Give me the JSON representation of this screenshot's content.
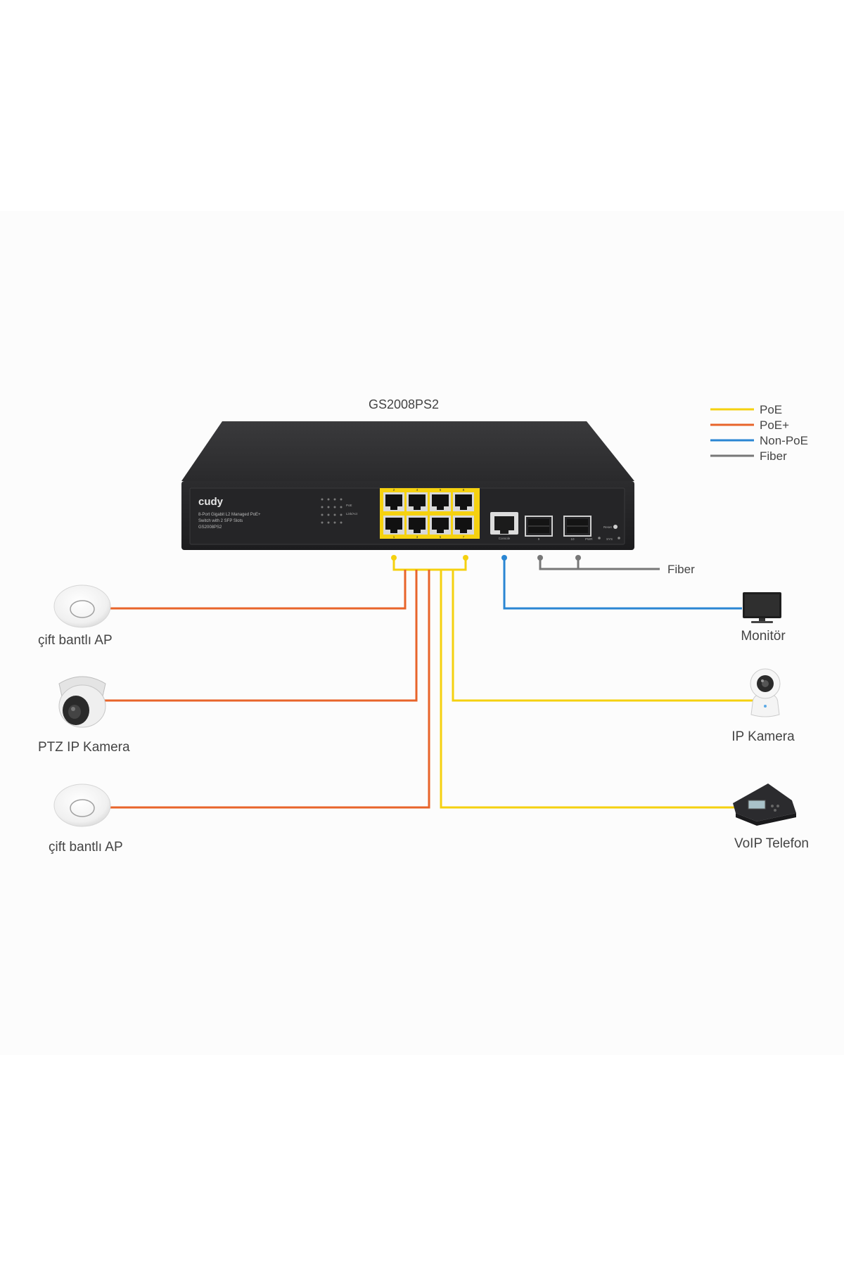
{
  "switch": {
    "model": "GS2008PS2",
    "brand": "cudy",
    "description_lines": [
      "8-Port Gigabit L2 Managed PoE+",
      "Switch with 2 SFP Slots",
      "GS2008PS2"
    ],
    "led_labels": [
      "PoE",
      "Link/Act"
    ],
    "port_top_numbers": [
      "2",
      "4",
      "6",
      "8"
    ],
    "port_bottom_numbers": [
      "1",
      "3",
      "5",
      "7"
    ],
    "console_label": "Console",
    "sfp_labels": [
      "9",
      "10"
    ],
    "status_labels": [
      "PWR",
      "SYS"
    ],
    "reset_label": "Reset"
  },
  "legend": [
    {
      "label": "PoE",
      "color": "#f5d10f"
    },
    {
      "label": "PoE+",
      "color": "#e8642a"
    },
    {
      "label": "Non-PoE",
      "color": "#2a86d3"
    },
    {
      "label": "Fiber",
      "color": "#777777"
    }
  ],
  "fiber_label": "Fiber",
  "devices": {
    "left": [
      {
        "label": "çift bantlı AP",
        "icon": "access-point-icon",
        "link": "PoE+"
      },
      {
        "label": "PTZ IP Kamera",
        "icon": "dome-camera-icon",
        "link": "PoE+"
      },
      {
        "label": "çift bantlı AP",
        "icon": "access-point-icon",
        "link": "PoE+"
      }
    ],
    "right": [
      {
        "label": "Monitör",
        "icon": "monitor-icon",
        "link": "Non-PoE"
      },
      {
        "label": "IP Kamera",
        "icon": "ip-camera-icon",
        "link": "PoE"
      },
      {
        "label": "VoIP Telefon",
        "icon": "conference-phone-icon",
        "link": "PoE"
      }
    ]
  }
}
